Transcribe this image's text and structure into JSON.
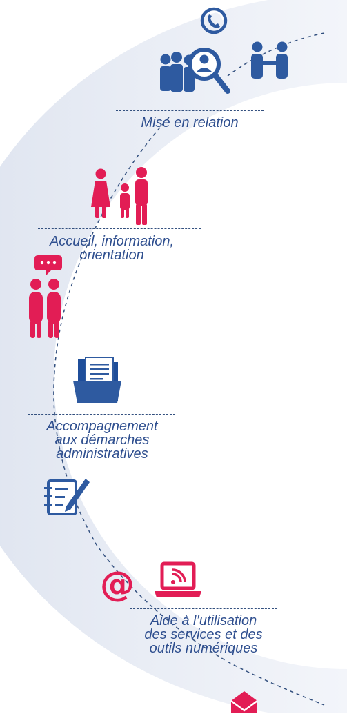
{
  "colors": {
    "blue": "#2e5aa0",
    "pink": "#e21d55",
    "text": "#2f4f8f",
    "ring": "#e8ecf4",
    "line": "#33507f"
  },
  "steps": [
    {
      "icon": "magnifier-people-phone-icon",
      "lines": [
        "Mise en relation"
      ]
    },
    {
      "icon": "family-icon",
      "lines": [
        "Accueil, information,",
        "orientation"
      ]
    },
    {
      "icon": "folder-documents-icon",
      "lines": [
        "Accompagnement",
        "aux démarches",
        "administratives"
      ]
    },
    {
      "icon": "laptop-wifi-icon",
      "lines": [
        "Aide à l’utilisation",
        "des services et des",
        "outils numériques"
      ]
    }
  ],
  "extra_icons": [
    "speech-bubble-couple-icon",
    "form-pencil-icon",
    "at-sign-icon",
    "envelope-icon"
  ],
  "at_glyph": "@"
}
